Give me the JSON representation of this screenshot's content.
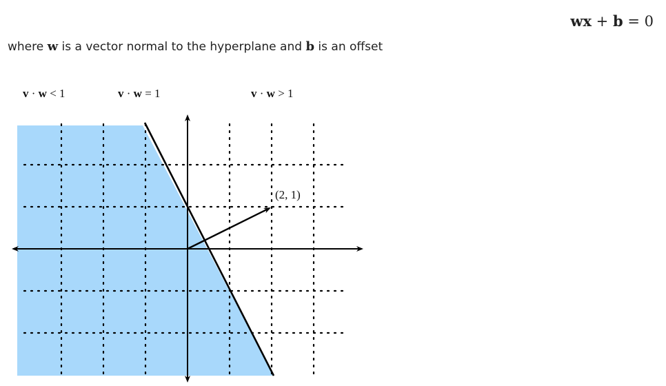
{
  "equation": {
    "lhs_w": "w",
    "lhs_x": "x",
    "plus": "+",
    "b": "b",
    "eq": "=",
    "rhs": "0"
  },
  "description": {
    "part1": "where ",
    "w": "w",
    "part2": " is a vector normal to the hyperplane and ",
    "b": "b",
    "part3": " is an offset"
  },
  "regions": [
    {
      "v": "v",
      "dot": "·",
      "w": "w",
      "relation": "<",
      "value": "1"
    },
    {
      "v": "v",
      "dot": "·",
      "w": "w",
      "relation": "=",
      "value": "1"
    },
    {
      "v": "v",
      "dot": "·",
      "w": "w",
      "relation": ">",
      "value": "1"
    }
  ],
  "diagram": {
    "point_label": "(2, 1)",
    "vector": {
      "x": 2,
      "y": 1
    },
    "grid_x": [
      -3,
      -2,
      -1,
      1,
      2,
      3
    ],
    "grid_y": [
      -2,
      -1,
      1,
      2
    ],
    "half_plane_fill": "#a8d8fb",
    "line_color": "#000000",
    "grid_color": "#000000"
  }
}
